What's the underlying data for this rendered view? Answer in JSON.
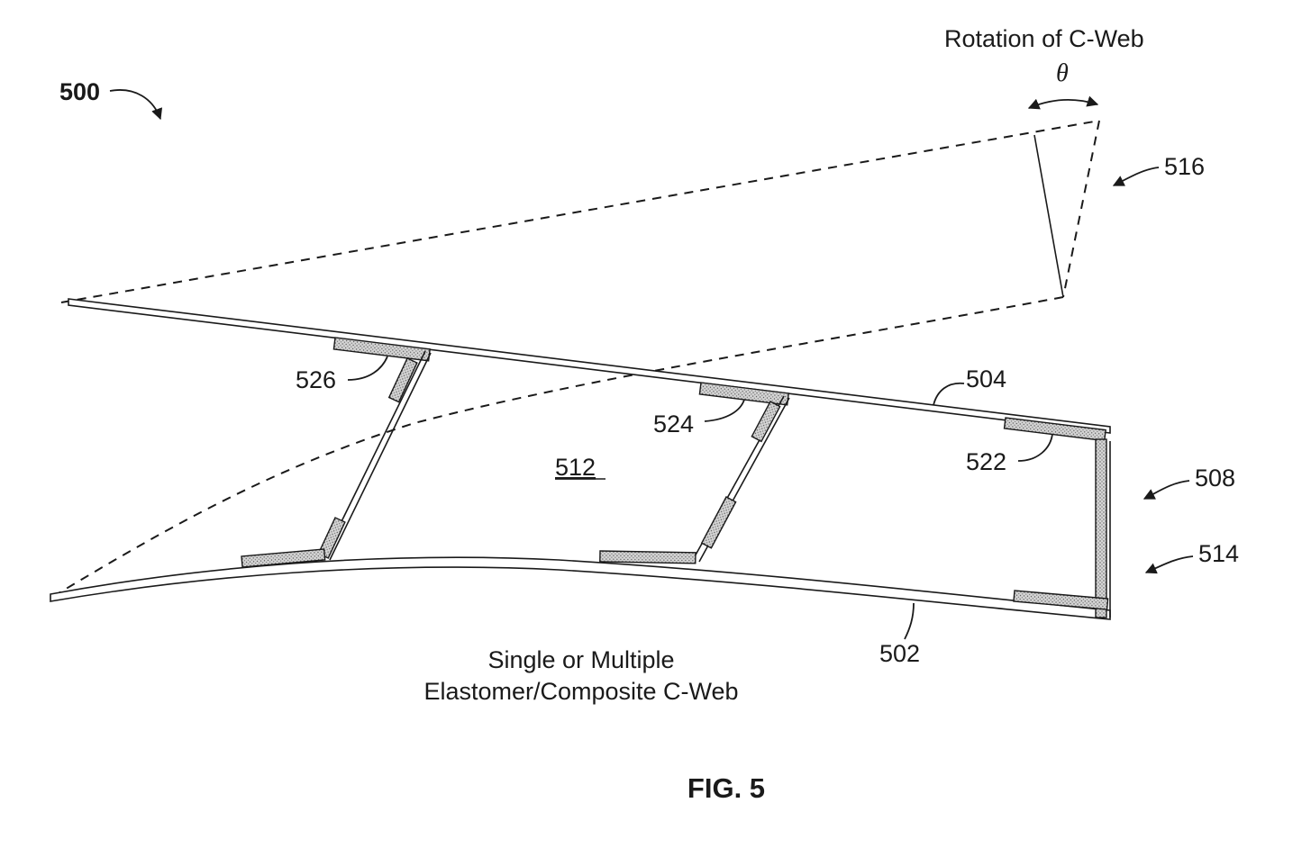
{
  "figure": {
    "ref_number": "500",
    "caption": "FIG. 5",
    "rotation_label": "Rotation of C-Web",
    "angle_symbol": "θ",
    "web_description": [
      "Single or Multiple",
      "Elastomer/Composite C-Web"
    ],
    "labels": {
      "l502": "502",
      "l504": "504",
      "l508": "508",
      "l512": "512",
      "l514": "514",
      "l516": "516",
      "l522": "522",
      "l524": "524",
      "l526": "526"
    }
  }
}
